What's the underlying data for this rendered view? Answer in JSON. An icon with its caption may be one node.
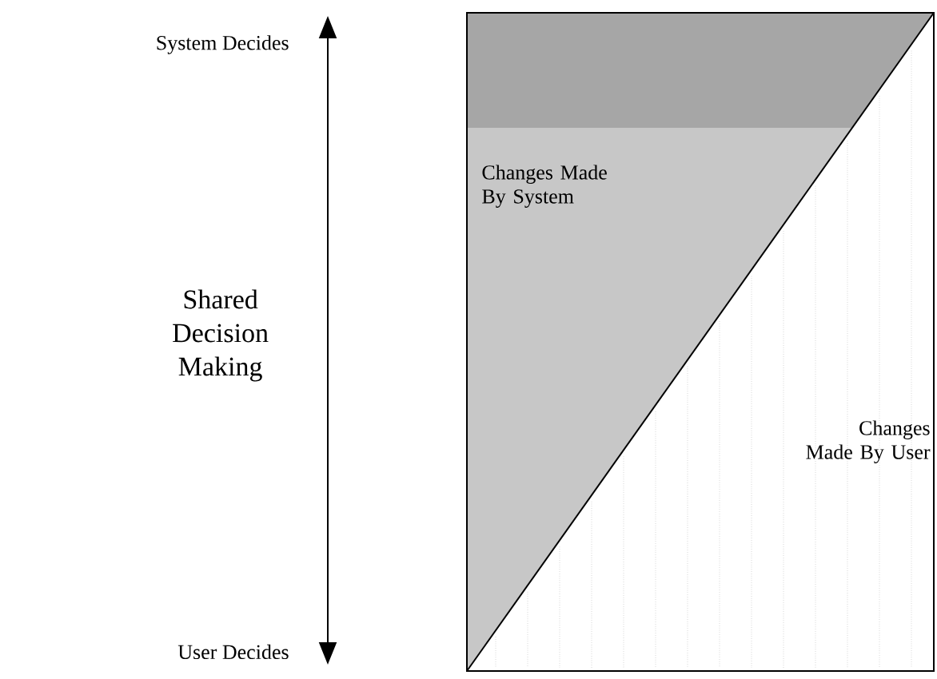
{
  "diagram": {
    "nodes": [
      {
        "text": [
          "Changes Made By System"
        ]
      },
      {
        "text": [
          "Changes Made By User"
        ]
      }
    ],
    "labels": [
      "System Decides",
      "Shared Decision Making",
      "User Decides"
    ]
  }
}
